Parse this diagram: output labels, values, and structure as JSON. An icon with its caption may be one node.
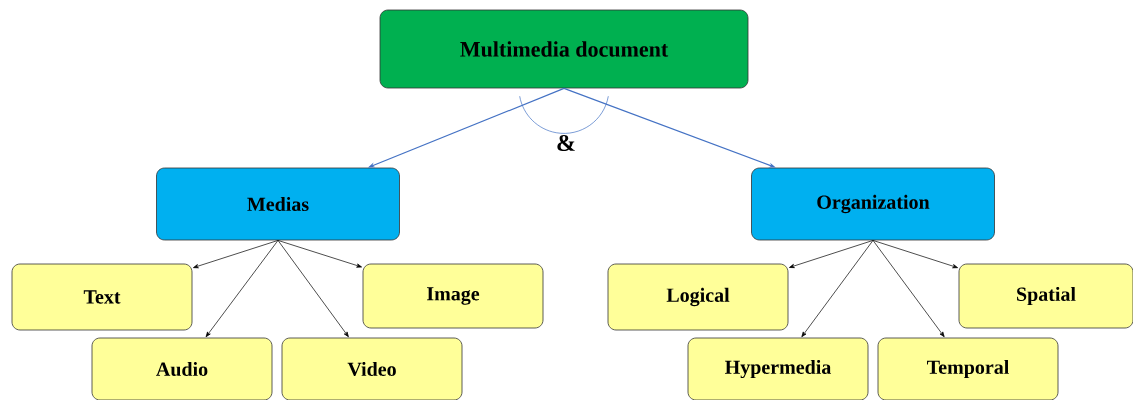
{
  "diagram": {
    "nodes": [
      {
        "text": [
          "Multimedia document"
        ]
      },
      {
        "text": [
          "Medias"
        ]
      },
      {
        "text": [
          "Organization"
        ]
      },
      {
        "text": [
          "Text"
        ]
      },
      {
        "text": [
          "Audio"
        ]
      },
      {
        "text": [
          "Video"
        ]
      },
      {
        "text": [
          "Image"
        ]
      },
      {
        "text": [
          "Logical"
        ]
      },
      {
        "text": [
          "Hypermedia"
        ]
      },
      {
        "text": [
          "Temporal"
        ]
      },
      {
        "text": [
          "Spatial"
        ]
      }
    ],
    "edges": [
      {
        "from": 0,
        "to": 1,
        "arrow": "to",
        "color": "#4472c4"
      },
      {
        "from": 0,
        "to": 2,
        "arrow": "to",
        "color": "#4472c4"
      },
      {
        "from": 1,
        "to": 3,
        "arrow": "to"
      },
      {
        "from": 1,
        "to": 4,
        "arrow": "to"
      },
      {
        "from": 1,
        "to": 5,
        "arrow": "to"
      },
      {
        "from": 1,
        "to": 6,
        "arrow": "to"
      },
      {
        "from": 2,
        "to": 7,
        "arrow": "to"
      },
      {
        "from": 2,
        "to": 8,
        "arrow": "to"
      },
      {
        "from": 2,
        "to": 9,
        "arrow": "to"
      },
      {
        "from": 2,
        "to": 10,
        "arrow": "to"
      }
    ],
    "labels": [
      "&"
    ]
  }
}
